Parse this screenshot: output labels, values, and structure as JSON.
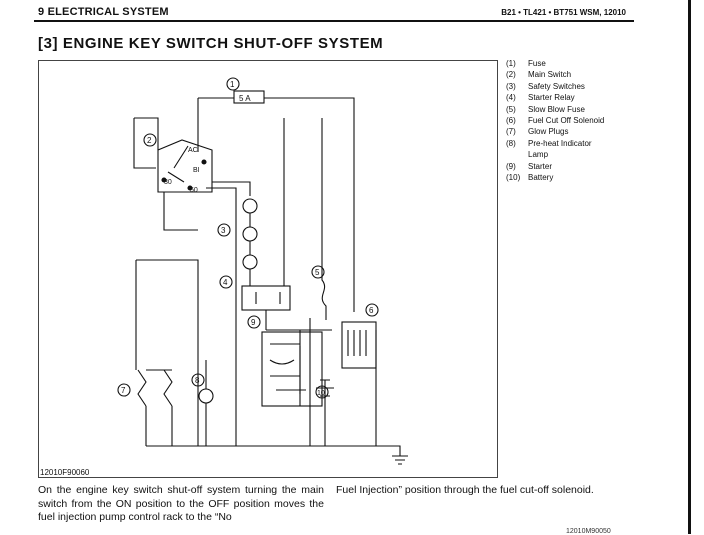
{
  "header": {
    "chapter": "9 ELECTRICAL SYSTEM",
    "model": "B21 • TL421 • BT751 WSM, 12010"
  },
  "section_title": "[3] ENGINE KEY SWITCH SHUT-OFF SYSTEM",
  "diagram": {
    "figure_id": "12010F90060",
    "fuse_label": "5 A",
    "switch_positions": {
      "ac": "AC",
      "bi": "BI",
      "30": "30",
      "50": "50"
    },
    "callouts": [
      "1",
      "2",
      "3",
      "4",
      "5",
      "6",
      "7",
      "8",
      "9",
      "10"
    ]
  },
  "legend": [
    {
      "num": "(1)",
      "label": "Fuse"
    },
    {
      "num": "(2)",
      "label": "Main Switch"
    },
    {
      "num": "(3)",
      "label": "Safety Switches"
    },
    {
      "num": "(4)",
      "label": "Starter Relay"
    },
    {
      "num": "(5)",
      "label": "Slow Blow Fuse"
    },
    {
      "num": "(6)",
      "label": "Fuel Cut Off Solenoid"
    },
    {
      "num": "(7)",
      "label": "Glow Plugs"
    },
    {
      "num": "(8)",
      "label": "Pre-heat Indicator Lamp"
    },
    {
      "num": "(9)",
      "label": "Starter"
    },
    {
      "num": "(10)",
      "label": "Battery"
    }
  ],
  "body": {
    "left": "On the engine key switch shut-off system turning the main switch from the ON position to the OFF position moves the fuel injection pump control rack to the “No",
    "right": "Fuel Injection” position through the fuel cut-off solenoid."
  },
  "footer_id": "12010M90050"
}
